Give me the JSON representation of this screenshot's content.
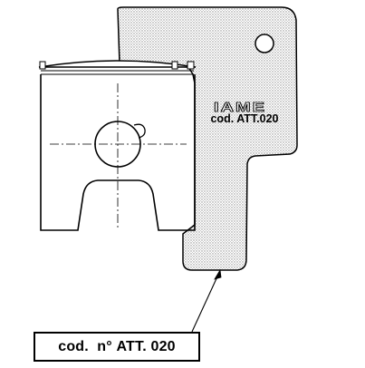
{
  "tool": {
    "brand": "IAME",
    "engraved_code": "cod. ATT.020"
  },
  "label": {
    "prefix": "cod.",
    "symbol": "n°",
    "code": "ATT. 020"
  },
  "colors": {
    "stroke": "#000000",
    "tool_fill": "#d9d9d9",
    "background": "#ffffff"
  }
}
